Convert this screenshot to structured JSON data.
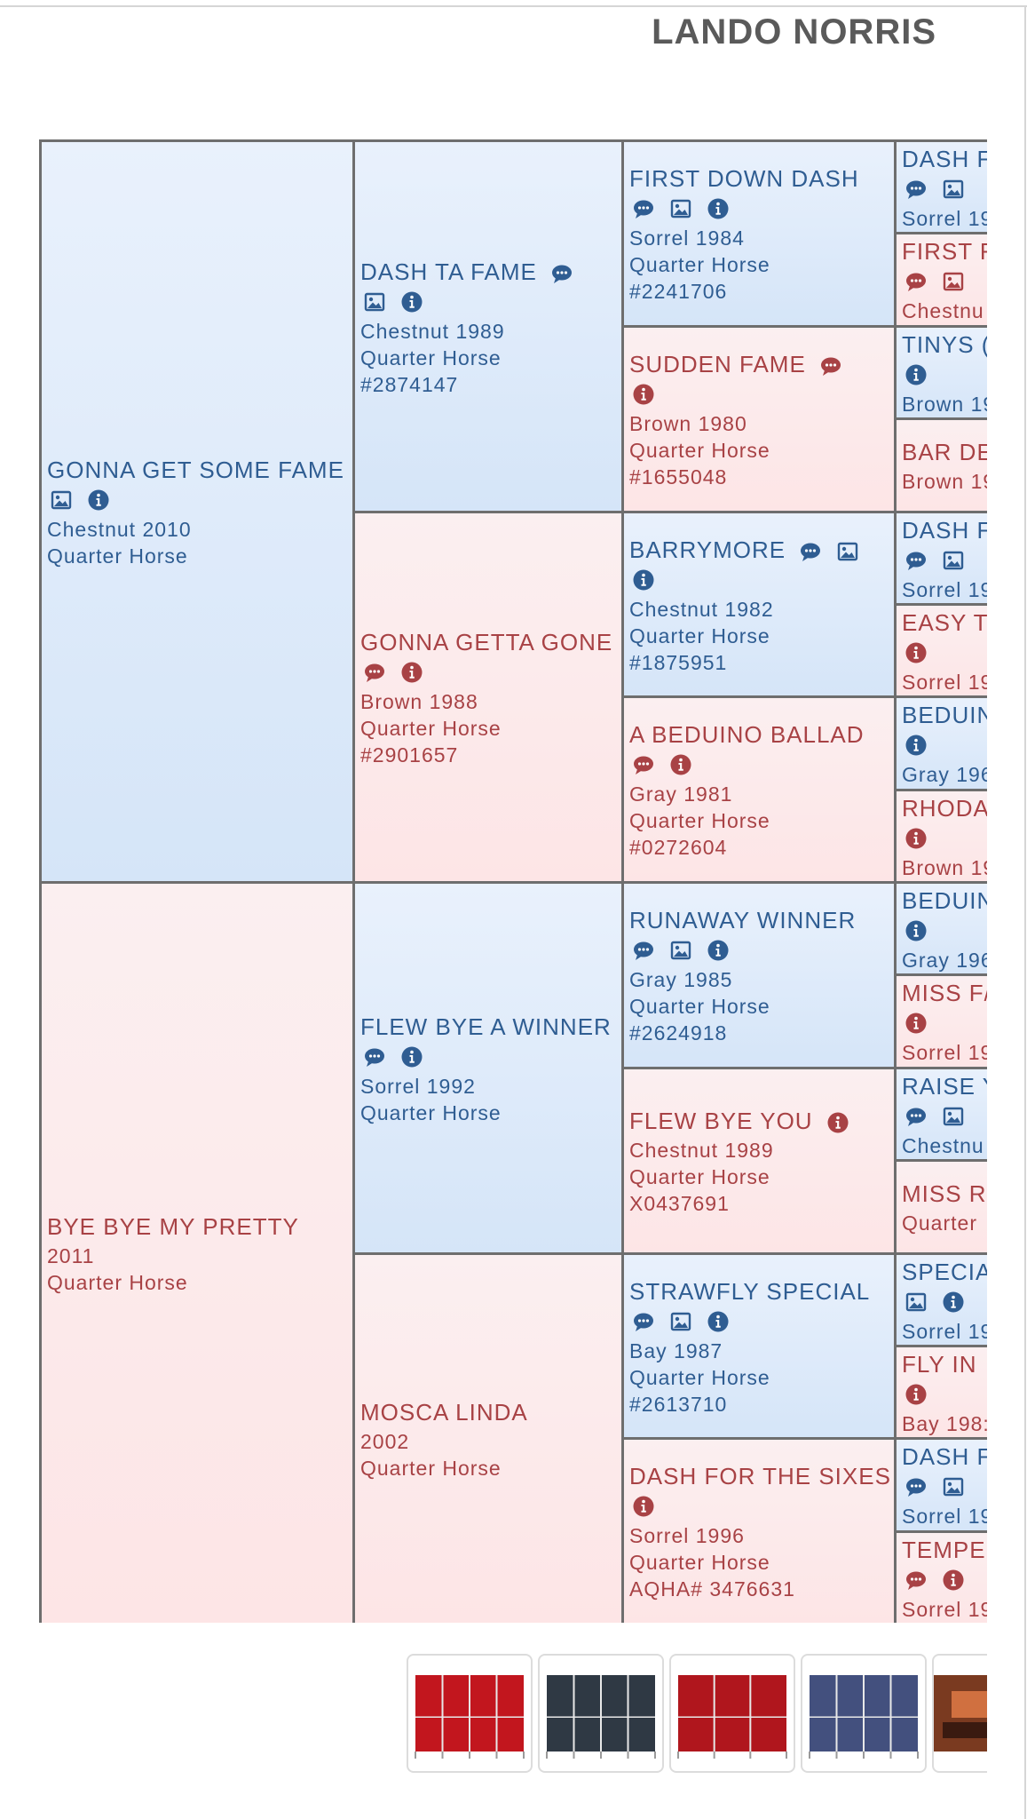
{
  "page": {
    "title": "LANDO NORRIS"
  },
  "colors": {
    "male_bg": "#dce9f9",
    "female_bg": "#fde8e9",
    "male_text": "#2f5d92",
    "female_text": "#a84245",
    "grid": "#6e6e6e"
  },
  "icons": {
    "comment": "comment-icon",
    "photo": "photo-icon",
    "info": "info-icon"
  },
  "pedigree": [
    {
      "name": "GONNA GET SOME FAME",
      "sex": "m",
      "icons": [
        "photo",
        "info"
      ],
      "lines": [
        "Chestnut 2010",
        "Quarter Horse"
      ]
    },
    {
      "name": "BYE BYE MY PRETTY",
      "sex": "f",
      "icons": [],
      "lines": [
        "2011",
        "Quarter Horse"
      ]
    },
    {
      "name": "DASH TA FAME",
      "sex": "m",
      "name_icons": [
        "comment"
      ],
      "icons": [
        "photo",
        "info"
      ],
      "lines": [
        "Chestnut 1989",
        "Quarter Horse",
        "#2874147"
      ]
    },
    {
      "name": "GONNA GETTA GONE",
      "sex": "f",
      "icons": [
        "comment",
        "info"
      ],
      "lines": [
        "Brown 1988",
        "Quarter Horse",
        "#2901657"
      ]
    },
    {
      "name": "FLEW BYE A WINNER",
      "sex": "m",
      "icons": [
        "comment",
        "info"
      ],
      "lines": [
        "Sorrel 1992",
        "Quarter Horse"
      ]
    },
    {
      "name": "MOSCA LINDA",
      "sex": "f",
      "icons": [],
      "lines": [
        "2002",
        "Quarter Horse"
      ]
    },
    {
      "name": "FIRST DOWN DASH",
      "sex": "m",
      "icons": [
        "comment",
        "photo",
        "info"
      ],
      "lines": [
        "Sorrel 1984",
        "Quarter Horse",
        "#2241706"
      ]
    },
    {
      "name": "SUDDEN FAME",
      "sex": "f",
      "name_icons": [
        "comment"
      ],
      "icons": [
        "info"
      ],
      "lines": [
        "Brown 1980",
        "Quarter Horse",
        "#1655048"
      ]
    },
    {
      "name": "BARRYMORE",
      "sex": "m",
      "name_icons": [
        "comment",
        "photo"
      ],
      "icons": [
        "info"
      ],
      "lines": [
        "Chestnut 1982",
        "Quarter Horse",
        "#1875951"
      ]
    },
    {
      "name": "A BEDUINO BALLAD",
      "sex": "f",
      "icons": [
        "comment",
        "info"
      ],
      "lines": [
        "Gray 1981",
        "Quarter Horse",
        "#0272604"
      ]
    },
    {
      "name": "RUNAWAY WINNER",
      "sex": "m",
      "icons": [
        "comment",
        "photo",
        "info"
      ],
      "lines": [
        "Gray 1985",
        "Quarter Horse",
        "#2624918"
      ]
    },
    {
      "name": "FLEW BYE YOU",
      "sex": "f",
      "name_icons": [
        "info"
      ],
      "icons": [],
      "lines": [
        "Chestnut 1989",
        "Quarter Horse",
        "X0437691"
      ]
    },
    {
      "name": "STRAWFLY SPECIAL",
      "sex": "m",
      "icons": [
        "comment",
        "photo",
        "info"
      ],
      "lines": [
        "Bay 1987",
        "Quarter Horse",
        "#2613710"
      ]
    },
    {
      "name": "DASH FOR THE SIXES",
      "sex": "f",
      "icons": [
        "info"
      ],
      "lines": [
        "Sorrel 1996",
        "Quarter Horse",
        "AQHA# 3476631"
      ]
    },
    {
      "name": "DASH F",
      "sex": "m",
      "icons": [
        "comment",
        "photo"
      ],
      "lines": [
        "Sorrel 19"
      ]
    },
    {
      "name": "FIRST F",
      "sex": "f",
      "icons": [
        "comment",
        "photo"
      ],
      "lines": [
        "Chestnu"
      ]
    },
    {
      "name": "TINYS (",
      "sex": "m",
      "icons": [
        "info"
      ],
      "lines": [
        "Brown 19"
      ]
    },
    {
      "name": "BAR DE",
      "sex": "f",
      "icons": [],
      "lines": [
        "Brown 19"
      ]
    },
    {
      "name": "DASH F",
      "sex": "m",
      "icons": [
        "comment",
        "photo"
      ],
      "lines": [
        "Sorrel 19"
      ]
    },
    {
      "name": "EASY T",
      "sex": "f",
      "icons": [
        "info"
      ],
      "lines": [
        "Sorrel 19"
      ]
    },
    {
      "name": "BEDUIN",
      "sex": "m",
      "icons": [
        "info"
      ],
      "lines": [
        "Gray 196"
      ]
    },
    {
      "name": "RHODA",
      "sex": "f",
      "icons": [
        "info"
      ],
      "lines": [
        "Brown 19"
      ]
    },
    {
      "name": "BEDUIN",
      "sex": "m",
      "icons": [
        "info"
      ],
      "lines": [
        "Gray 196"
      ]
    },
    {
      "name": "MISS F/",
      "sex": "f",
      "icons": [
        "info"
      ],
      "lines": [
        "Sorrel 19"
      ]
    },
    {
      "name": "RAISE Y",
      "sex": "m",
      "icons": [
        "comment",
        "photo"
      ],
      "lines": [
        "Chestnu"
      ]
    },
    {
      "name": "MISS R(",
      "sex": "f",
      "icons": [],
      "lines": [
        "Quarter"
      ]
    },
    {
      "name": "SPECIA",
      "sex": "m",
      "icons": [
        "photo",
        "info"
      ],
      "lines": [
        "Sorrel 19"
      ]
    },
    {
      "name": "FLY IN ",
      "sex": "f",
      "icons": [
        "info"
      ],
      "lines": [
        "Bay 198:"
      ]
    },
    {
      "name": "DASH F",
      "sex": "m",
      "icons": [
        "comment",
        "photo"
      ],
      "lines": [
        "Sorrel 19"
      ]
    },
    {
      "name": "TEMPEI",
      "sex": "f",
      "icons": [
        "comment",
        "info"
      ],
      "lines": [
        "Sorrel 19"
      ]
    }
  ],
  "product_strip": {
    "items": [
      {
        "kind": "panel",
        "color": "#c2161e",
        "panels": 4
      },
      {
        "kind": "panel",
        "color": "#2f3944",
        "panels": 4
      },
      {
        "kind": "panel",
        "color": "#b0161d",
        "panels": 3
      },
      {
        "kind": "panel",
        "color": "#43507e",
        "panels": 4
      },
      {
        "kind": "photo",
        "color": "#7a3a20",
        "panels": 0
      }
    ]
  }
}
